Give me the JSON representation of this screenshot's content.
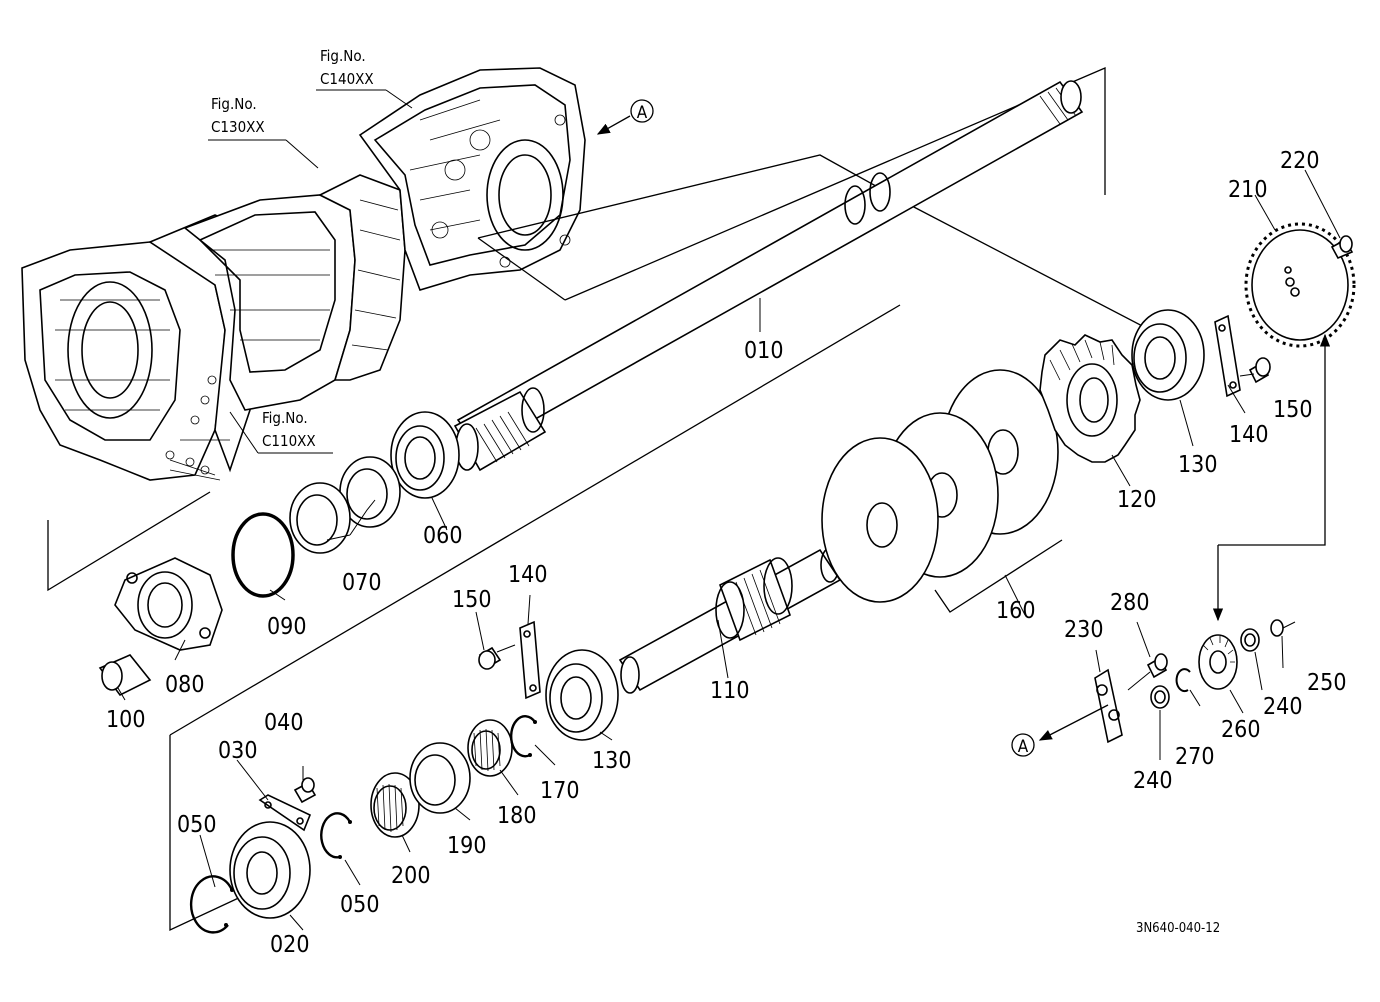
{
  "figure_refs": [
    {
      "id": "c140",
      "label": "Fig.No.",
      "code": "C140XX"
    },
    {
      "id": "c130",
      "label": "Fig.No.",
      "code": "C130XX"
    },
    {
      "id": "c110",
      "label": "Fig.No.",
      "code": "C110XX"
    }
  ],
  "view_marker": "A",
  "parts": {
    "p010": "010",
    "p020": "020",
    "p030": "030",
    "p040": "040",
    "p050a": "050",
    "p050b": "050",
    "p060": "060",
    "p070": "070",
    "p080": "080",
    "p090": "090",
    "p100": "100",
    "p110": "110",
    "p120": "120",
    "p130a": "130",
    "p130b": "130",
    "p140a": "140",
    "p140b": "140",
    "p150a": "150",
    "p150b": "150",
    "p160": "160",
    "p170": "170",
    "p180": "180",
    "p190": "190",
    "p200": "200",
    "p210": "210",
    "p220": "220",
    "p230": "230",
    "p240a": "240",
    "p240b": "240",
    "p250": "250",
    "p260": "260",
    "p270": "270",
    "p280": "280"
  },
  "drawing_code": "3N640-040-12"
}
